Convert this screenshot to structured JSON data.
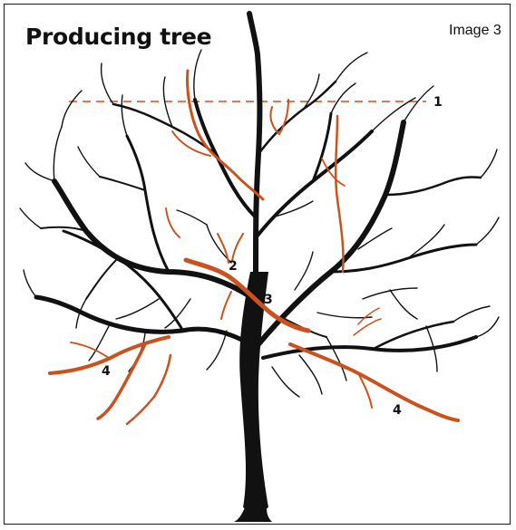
{
  "title": "Producing tree",
  "image_label": "Image 3",
  "callouts": [
    "1",
    "2",
    "3",
    "4",
    "4"
  ],
  "colors": {
    "branch": "#111111",
    "prune": "#c9521f",
    "border": "#1a1a1a"
  }
}
